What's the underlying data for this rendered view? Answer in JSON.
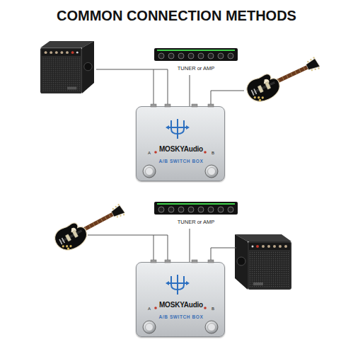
{
  "diagram": {
    "title": "COMMON CONNECTION METHODS",
    "nodes": [
      {
        "text": [
          "TUNER or AMP"
        ]
      },
      {
        "text": [
          "MOSKYAudio",
          "A/B SWITCH BOX",
          "A",
          "B"
        ]
      },
      {
        "text": [
          "TUNER or AMP"
        ]
      },
      {
        "text": [
          "MOSKYAudio",
          "A/B SWITCH BOX",
          "A",
          "B"
        ]
      }
    ],
    "edges": [
      {
        "from": 0,
        "to": 1,
        "arrow": "none"
      },
      {
        "from": 2,
        "to": 3,
        "arrow": "none"
      }
    ]
  }
}
